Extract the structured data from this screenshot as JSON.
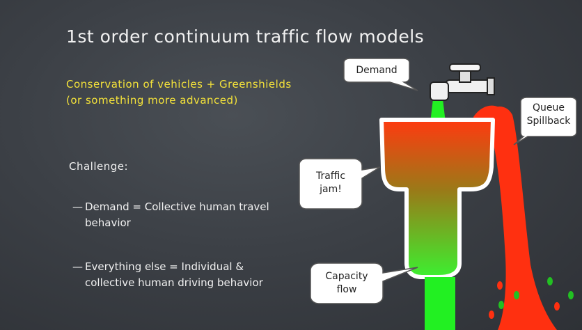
{
  "slide": {
    "title": "1st order continuum traffic flow models",
    "subtitle": "Conservation of vehicles + Greenshields (or something more advanced)",
    "challenge_label": "Challenge:",
    "bullets": [
      "Demand = Collective human travel behavior",
      "Everything else = Individual & collective human driving behavior"
    ]
  },
  "illustration": {
    "bubbles": {
      "demand": "Demand",
      "queue_spillback_line1": "Queue",
      "queue_spillback_line2": "Spillback",
      "traffic_jam_line1": "Traffic",
      "traffic_jam_line2": "jam!",
      "capacity_flow_line1": "Capacity",
      "capacity_flow_line2": "flow"
    },
    "colors": {
      "green_flow": "#22f022",
      "red_spill": "#ff3010",
      "chalk_yellow": "#f4e23a"
    }
  }
}
